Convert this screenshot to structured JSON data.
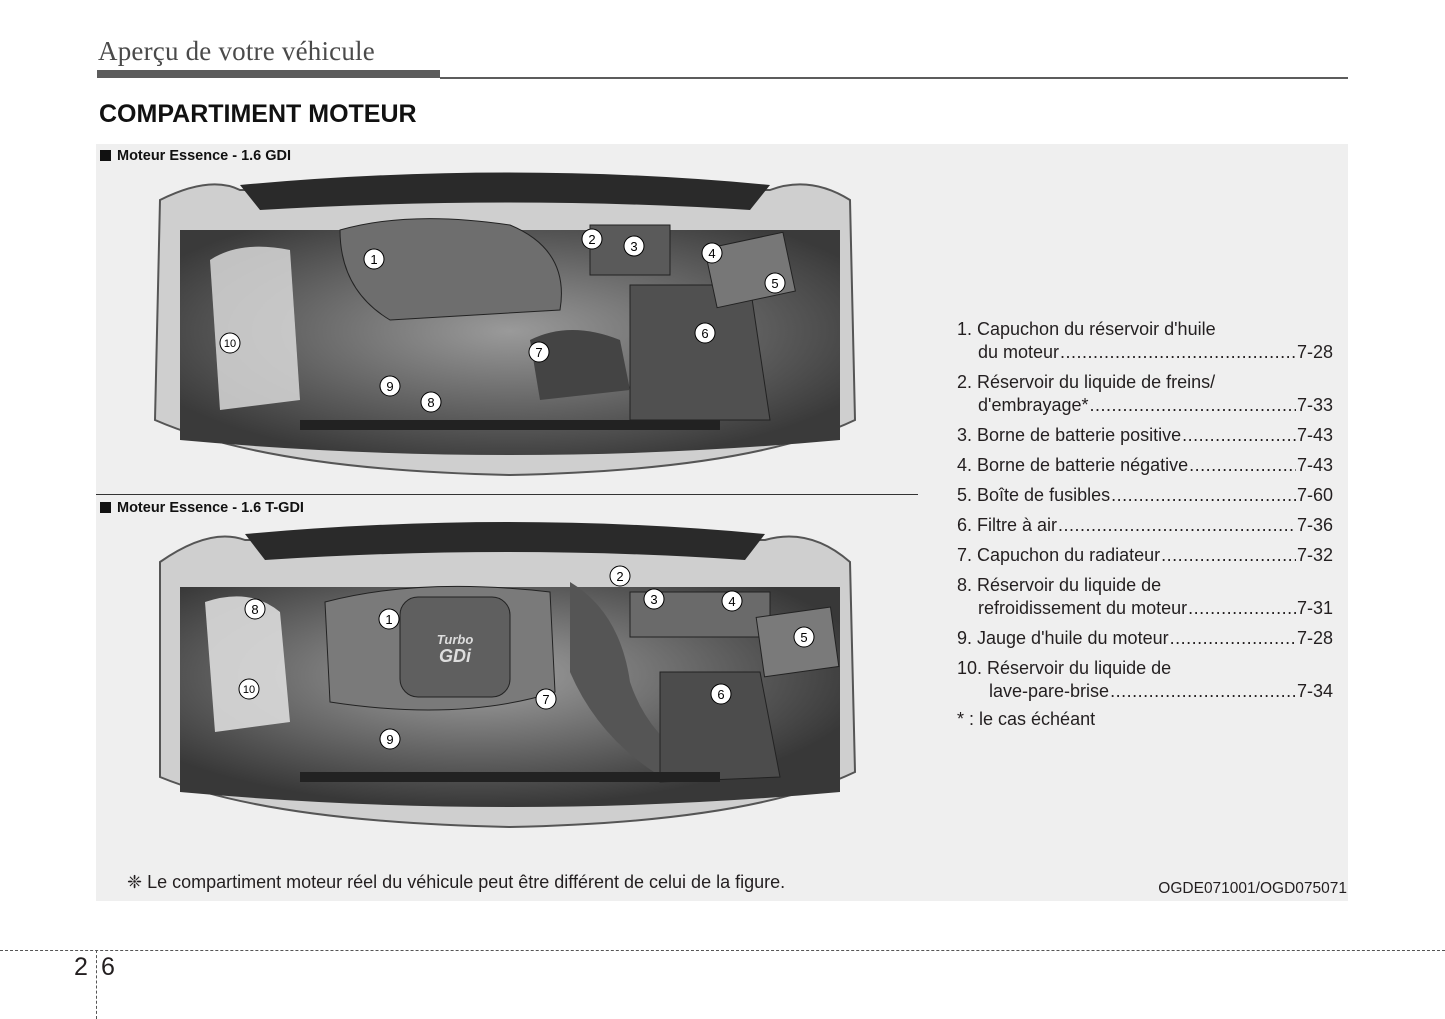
{
  "header": {
    "title": "Aperçu de votre véhicule"
  },
  "section_title": "COMPARTIMENT MOTEUR",
  "figures": [
    {
      "label": "Moteur Essence - 1.6 GDI",
      "callouts": [
        "1",
        "2",
        "3",
        "4",
        "5",
        "6",
        "7",
        "8",
        "9",
        "10"
      ]
    },
    {
      "label": "Moteur Essence - 1.6 T-GDI",
      "callouts": [
        "1",
        "2",
        "3",
        "4",
        "5",
        "6",
        "7",
        "8",
        "9",
        "10"
      ],
      "badge_line1": "Turbo",
      "badge_line2": "GDi"
    }
  ],
  "items": [
    {
      "line1": "1. Capuchon du réservoir d'huile",
      "line2": "du moteur",
      "page": "7-28"
    },
    {
      "line1": "2. Réservoir du liquide de freins/",
      "line2": "d'embrayage*",
      "page": "7-33"
    },
    {
      "text": "3. Borne de batterie positive",
      "page": "7-43"
    },
    {
      "text": "4. Borne de batterie négative",
      "page": "7-43"
    },
    {
      "text": "5. Boîte de fusibles",
      "page": "7-60"
    },
    {
      "text": "6. Filtre à air",
      "page": "7-36"
    },
    {
      "text": "7. Capuchon du radiateur",
      "page": "7-32"
    },
    {
      "line1": "8. Réservoir du liquide de",
      "line2": "refroidissement du moteur",
      "page": "7-31"
    },
    {
      "text": "9. Jauge d'huile du moteur",
      "page": "7-28"
    },
    {
      "line1": "10. Réservoir du liquide de",
      "line2": "lave-pare-brise",
      "page": "7-34"
    }
  ],
  "footnote": "* : le cas échéant",
  "note": "❈ Le compartiment moteur réel du véhicule peut être différent de celui de la figure.",
  "image_code": "OGDE071001/OGD075071",
  "page_number": {
    "chapter": "2",
    "page": "6"
  }
}
